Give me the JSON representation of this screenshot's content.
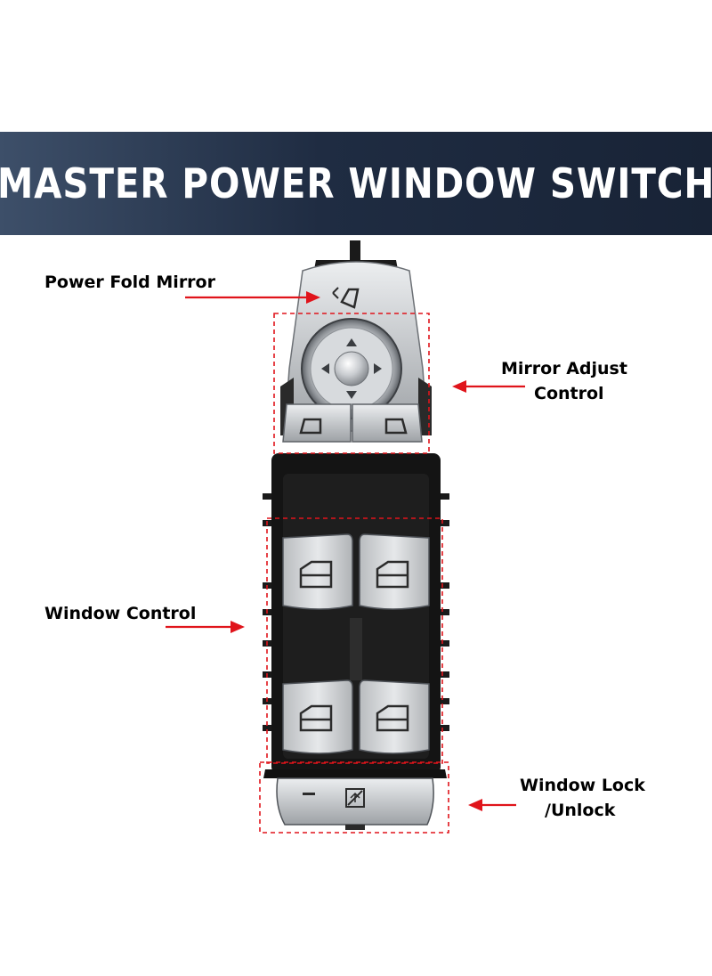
{
  "header": {
    "title": "MASTER POWER WINDOW SWITCH"
  },
  "callouts": {
    "power_fold_mirror": "Power Fold Mirror",
    "mirror_adjust_line1": "Mirror Adjust",
    "mirror_adjust_line2": "Control",
    "window_control": "Window Control",
    "window_lock_line1": "Window Lock",
    "window_lock_line2": "/Unlock"
  },
  "colors": {
    "banner_start": "#3d4f69",
    "banner_end": "#182336",
    "callout_arrow": "#e0141b",
    "switch_body": "#141414",
    "button_silver": "#c9cccf"
  },
  "icons": [
    "mirror-fold-icon",
    "mirror-left-icon",
    "mirror-right-icon",
    "window-icon",
    "child-lock-icon",
    "arrow-up-icon",
    "arrow-down-icon",
    "arrow-left-icon",
    "arrow-right-icon"
  ]
}
